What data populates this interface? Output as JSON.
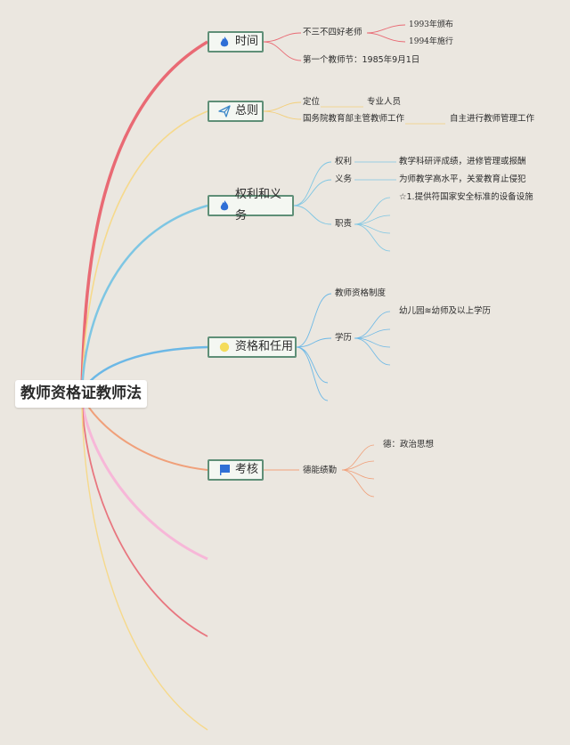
{
  "root": "教师资格证教师法",
  "branches": {
    "time": {
      "title": "时间",
      "icon": "fire-icon",
      "color": "#e96a74",
      "items": {
        "sanbusi": "不三不四好老师",
        "promulgated": "1993年颁布",
        "enforced": "1994年施行",
        "teachers_day": "第一个教师节：1985年9月1日"
      }
    },
    "general": {
      "title": "总则",
      "icon": "send-icon",
      "color": "#f3cf7a",
      "items": {
        "position": "定位",
        "professional": "专业人员",
        "state_council": "国务院教育部主管教师工作",
        "self_manage": "自主进行教师管理工作"
      }
    },
    "rights": {
      "title": "权利和义务",
      "icon": "fire-icon",
      "color": "#7ec6e3",
      "items": {
        "rights": "权利",
        "duties": "义务",
        "responsibility": "职责",
        "rights_detail": "教学科研评成绩，进修管理或报酬",
        "duties_detail": "为师教学高水平，关爱教育止侵犯",
        "responsibility_detail": "☆1.提供符国家安全标准的设备设施"
      }
    },
    "qualification": {
      "title": "资格和任用",
      "icon": "sun-icon",
      "color": "#6cb8e6",
      "items": {
        "system": "教师资格制度",
        "education": "学历",
        "kindergarten": "幼儿园≋幼师及以上学历"
      }
    },
    "assessment": {
      "title": "考核",
      "icon": "flag-icon",
      "color": "#f0a07a",
      "items": {
        "de_neng": "德能绩勤",
        "de": "德：政治思想"
      }
    }
  },
  "colors": {
    "background": "#ebe7e0",
    "node_border": "#5f8f77",
    "extra_pink": "#f7b7d8",
    "extra_red": "#e8767f",
    "extra_yellow": "#f6d98b"
  }
}
